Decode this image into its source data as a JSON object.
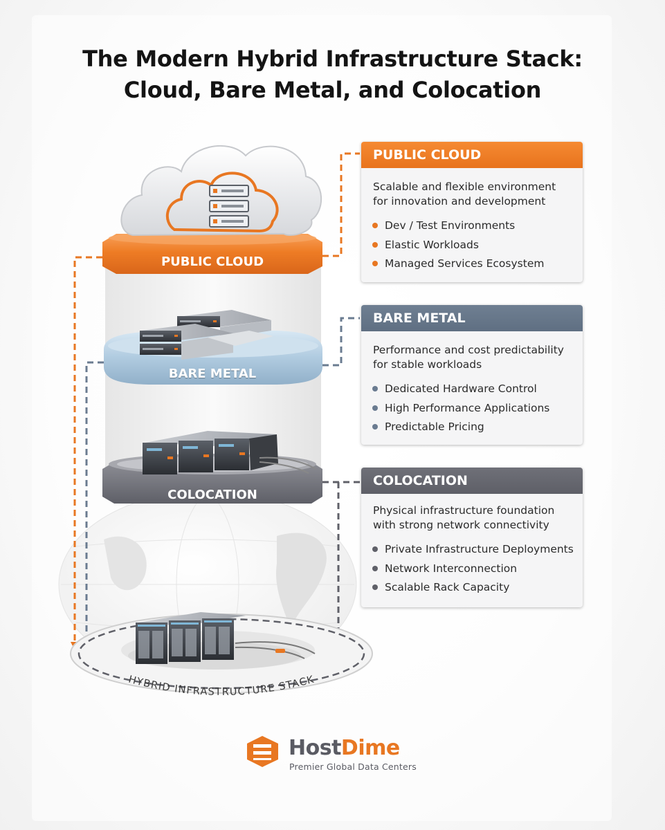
{
  "title_line1": "The Modern Hybrid Infrastructure Stack:",
  "title_line2": "Cloud, Bare Metal, and Colocation",
  "tiers": {
    "cloud": {
      "label": "PUBLIC CLOUD"
    },
    "metal": {
      "label": "BARE METAL"
    },
    "colo": {
      "label": "COLOCATION"
    }
  },
  "panels": {
    "cloud": {
      "heading": "PUBLIC CLOUD",
      "desc_line1": "Scalable and flexible environment",
      "desc_line2": "for innovation and development",
      "items": [
        "Dev / Test Environments",
        "Elastic Workloads",
        "Managed Services Ecosystem"
      ]
    },
    "metal": {
      "heading": "BARE METAL",
      "desc_line1": "Performance and cost predictability",
      "desc_line2": "for stable workloads",
      "items": [
        "Dedicated Hardware Control",
        "High Performance Applications",
        "Predictable Pricing"
      ]
    },
    "colo": {
      "heading": "COLOCATION",
      "desc_line1": "Physical infrastructure foundation",
      "desc_line2": "with strong network connectivity",
      "items": [
        "Private Infrastructure Deployments",
        "Network Interconnection",
        "Scalable Rack Capacity"
      ]
    }
  },
  "base_label": "HYBRID INFRASTRUCTURE STACK",
  "logo": {
    "name_part1": "Host",
    "name_part2": "Dime",
    "tagline": "Premier Global Data Centers"
  },
  "colors": {
    "orange": "#e87722",
    "steel_blue": "#6a7b90",
    "slate_gray": "#5f6068"
  }
}
